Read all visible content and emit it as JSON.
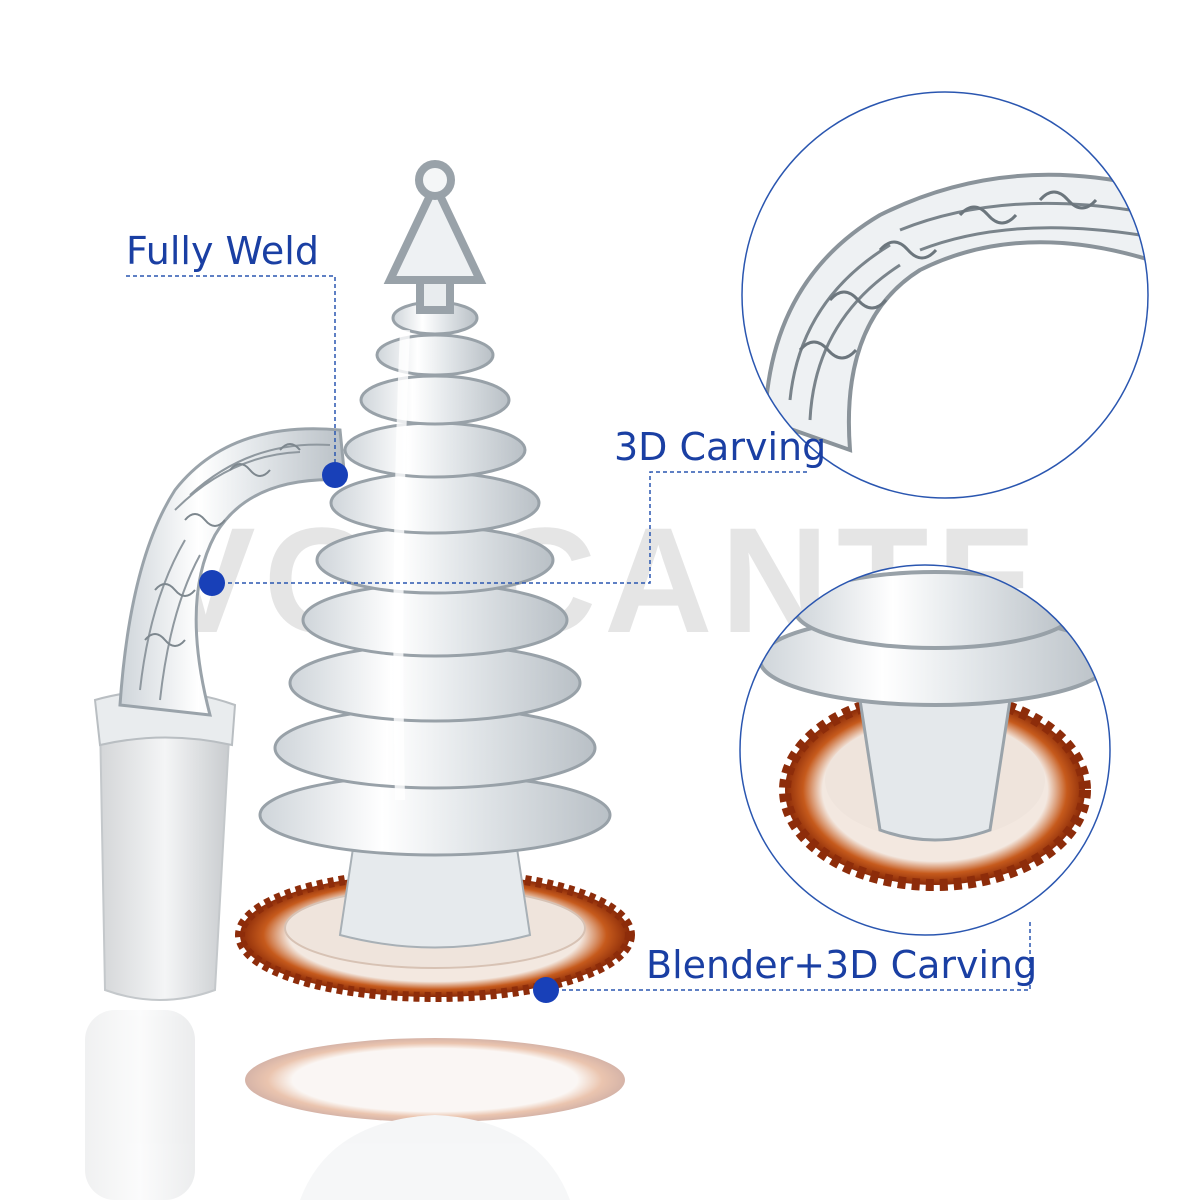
{
  "watermark": {
    "text": "VOLCANTE"
  },
  "colors": {
    "callout_text": "#1a3fa3",
    "leader_line": "#2a56b0",
    "marker_dot": "#1840b8",
    "amber_glass": "#a83a0c",
    "clear_glass": "#e8ecef"
  },
  "callouts": [
    {
      "label": "Fully Weld"
    },
    {
      "label": "3D Carving"
    },
    {
      "label": "Blender+3D Carving"
    }
  ],
  "zoom_insets": [
    {
      "subject": "carved-arm-detail"
    },
    {
      "subject": "amber-disc-base-detail"
    }
  ]
}
